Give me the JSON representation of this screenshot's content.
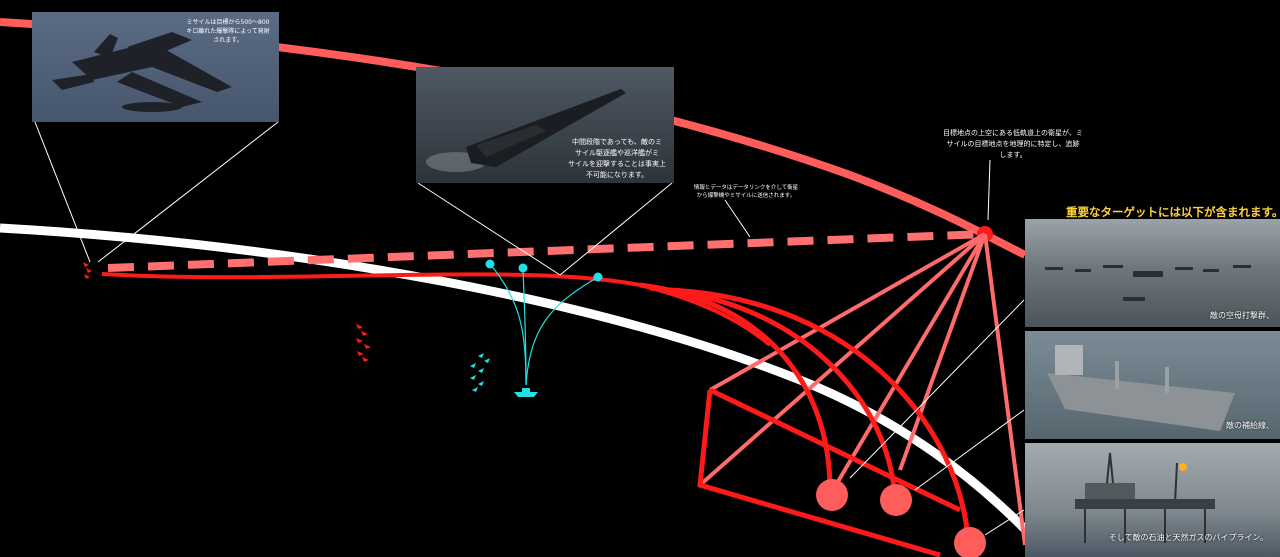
{
  "callouts": {
    "bomber_caption": "ミサイルは目標から500～800\nキロ離れた爆撃隊によって発射\nされます。",
    "midcourse_caption": "中間段階であっても、敵のミ\nサイル駆逐艦や巡洋艦がミ\nサイルを迎撃することは事実上\n不可能になります。",
    "datalink_caption": "情報とデータはデータリンクを介して衛星\nから爆撃機やミサイルに送信されます。",
    "satellite_caption": "目標地点の上空にある低軌道上の衛星が、ミ\nサイルの目標地点を地理的に特定し、追跡\nします。"
  },
  "targets": {
    "heading": "重要なターゲットには以下が含まれます。",
    "items": [
      {
        "caption": "敵の空母打撃群、"
      },
      {
        "caption": "敵の補給線、"
      },
      {
        "caption": "そして敵の石油と天然ガスのパイプライン。"
      }
    ]
  },
  "colors": {
    "orbit": "#ff5c5c",
    "trajectory": "#ff1a1a",
    "earth_arc": "#ffffff",
    "defense": "#22e0e6",
    "heading": "#ffd23a"
  }
}
